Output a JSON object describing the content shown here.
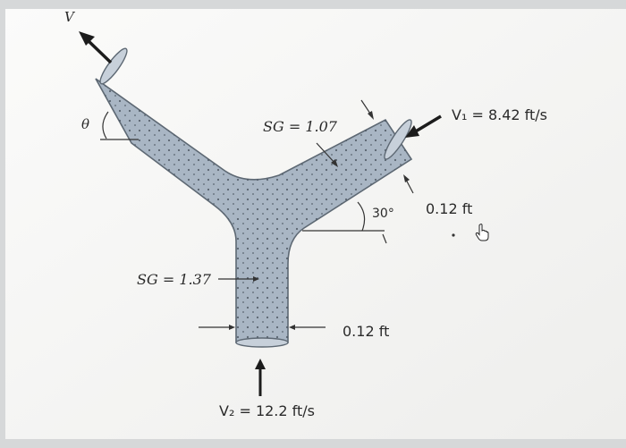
{
  "labels": {
    "v": "V",
    "theta": "θ",
    "sg_top": "SG = 1.07",
    "v1": "V₁ = 8.42 ft/s",
    "dia_right": "0.12 ft",
    "angle": "30°",
    "sg_left": "SG = 1.37",
    "dia_bottom": "0.12 ft",
    "v2": "V₂ = 12.2 ft/s"
  },
  "colors": {
    "pipe_fill": "#a9b6c4",
    "pipe_stroke": "#5d6873",
    "arrow": "#1c1c1c",
    "paper": "#f6f6f4"
  },
  "icons": [
    "hand-pointer-icon"
  ]
}
